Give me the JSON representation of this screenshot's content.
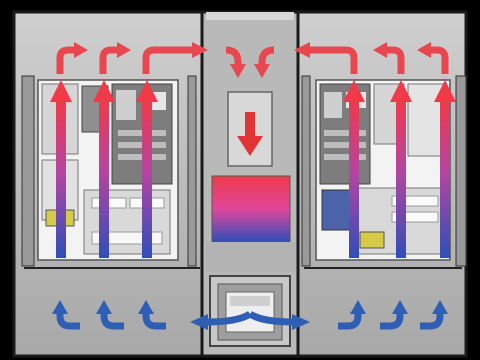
{
  "diagram": {
    "kind": "airflow-schematic",
    "colors": {
      "background": "#000000",
      "cabinet_fill": "#b7b7b7",
      "cabinet_stroke": "#1a1a1a",
      "warm_arrow": "#e8474f",
      "cool_arrow": "#2f5fb5",
      "server_board": "#8c8c8c",
      "server_panel": "#e9e9e9",
      "heat_top": "#ef3a4a",
      "heat_mid": "#e0479c",
      "heat_bottom": "#2f4eb8"
    },
    "regions": [
      {
        "name": "left-server-rack",
        "role": "server cabinet"
      },
      {
        "name": "center-cooling-column",
        "role": "heat exchanger"
      },
      {
        "name": "right-server-rack",
        "role": "server cabinet"
      }
    ],
    "icons": [
      "hot-air-arrow-icon",
      "cool-air-arrow-icon",
      "down-arrow-icon",
      "fan-icon"
    ]
  }
}
